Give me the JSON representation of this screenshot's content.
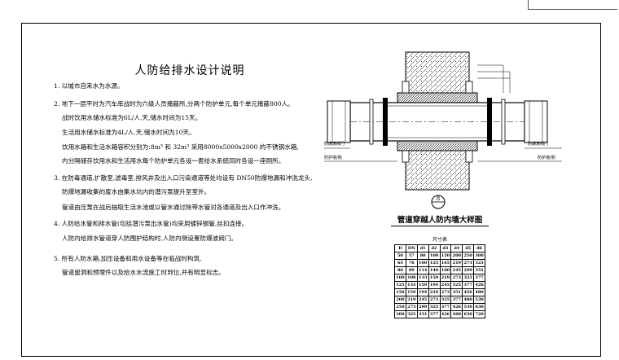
{
  "notes": {
    "title": "人防给排水设计说明",
    "lines": [
      "1. 以城市自来水为水源。",
      "2. 地下一层平时为汽车库战时为六级人员掩蔽所,分两个防护单元,每个单元掩蔽800人。",
      "战时饮用水储水标准为6L/人.天,储水时间为15天。",
      "生活用水储水标准为4L/人.天,储水时间为10天。",
      "饮用水箱和生活水箱容积分别为:8m³ 和 32m³  采用8000x5000x2000   的不锈钢水箱,",
      "内分隔储存饮用水和生活用水每个防护单元各设一套给水系统同时各设一座厕所。",
      "3. 在防毒通道,扩散室,滤毒室,排风井及出入口污染通道等处均设有   DN50防爆地漏和冲洗龙头,",
      "防爆地漏收集的废水由集水坑内的潜污泵提升至室外。",
      "管道由压泵在战后抽取生活水池或以管水通过除带水管对各通道及出入口作冲洗。",
      "4. 人防给水管和排水管(包括潜污泵出水管)均采用镀锌钢管,丝扣连接。",
      "人防内给排水管道穿人防围护结构时,人防内侧设置防爆波阀门。",
      "5. 所有人防水箱,加压设备和用水设备等在临战时构筑,",
      "管道留洞和预埋件以及给水水流施工时到位,并有明显标志。"
    ]
  },
  "drawing": {
    "title": "管道穿越人防内墙大样图",
    "detail_number": "8",
    "left_callout": "防爆波阀门",
    "right_callout": "防爆波阀门",
    "left_label": "防护墙/侧",
    "right_label": "防护墙/侧",
    "table_caption": "尺寸表",
    "table_rows": [
      [
        "D",
        "DN",
        "d1",
        "d2",
        "d3",
        "d4",
        "d5",
        "d6"
      ],
      [
        "50",
        "57",
        "80",
        "100",
        "150",
        "200",
        "250",
        "300"
      ],
      [
        "65",
        "76",
        "100",
        "125",
        "165",
        "219",
        "273",
        "325"
      ],
      [
        "80",
        "89",
        "114",
        "140",
        "180",
        "245",
        "299",
        "351"
      ],
      [
        "100",
        "108",
        "133",
        "159",
        "219",
        "273",
        "325",
        "377"
      ],
      [
        "125",
        "133",
        "159",
        "194",
        "245",
        "325",
        "377",
        "426"
      ],
      [
        "150",
        "159",
        "194",
        "219",
        "273",
        "351",
        "426",
        "480"
      ],
      [
        "200",
        "219",
        "245",
        "273",
        "325",
        "377",
        "480",
        "530"
      ],
      [
        "250",
        "273",
        "299",
        "325",
        "377",
        "426",
        "530",
        "630"
      ],
      [
        "300",
        "325",
        "351",
        "377",
        "426",
        "480",
        "630",
        "720"
      ]
    ]
  }
}
